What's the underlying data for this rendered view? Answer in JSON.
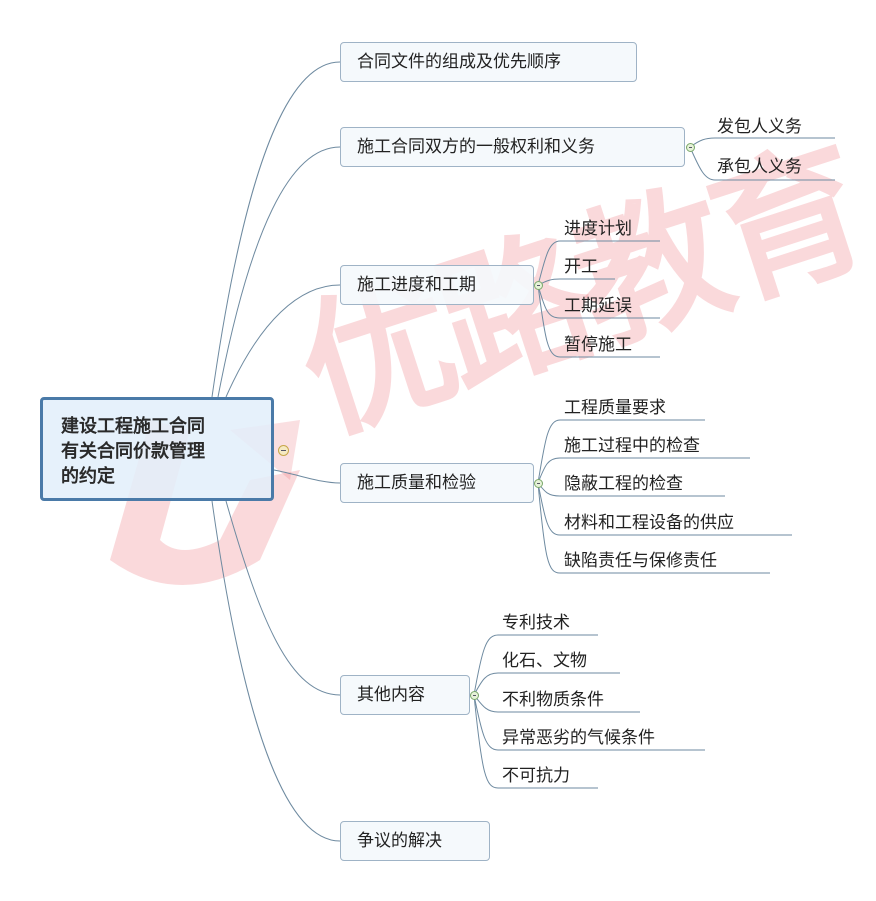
{
  "watermark": {
    "text": "优路教育",
    "color": "#e6505a"
  },
  "root": {
    "lines": [
      "建设工程施工合同",
      "有关合同价款管理",
      "的约定"
    ],
    "border_color": "#4a7aa8"
  },
  "topics": [
    {
      "label": "合同文件的组成及优先顺序",
      "children": []
    },
    {
      "label": "施工合同双方的一般权利和义务",
      "children": [
        "发包人义务",
        "承包人义务"
      ]
    },
    {
      "label": "施工进度和工期",
      "children": [
        "进度计划",
        "开工",
        "工期延误",
        "暂停施工"
      ]
    },
    {
      "label": "施工质量和检验",
      "children": [
        "工程质量要求",
        "施工过程中的检查",
        "隐蔽工程的检查",
        "材料和工程设备的供应",
        "缺陷责任与保修责任"
      ]
    },
    {
      "label": "其他内容",
      "children": [
        "专利技术",
        "化石、文物",
        "不利物质条件",
        "异常恶劣的气候条件",
        "不可抗力"
      ]
    },
    {
      "label": "争议的解决",
      "children": []
    }
  ],
  "colors": {
    "connector": "#6e8aa0",
    "topic_border": "#9fb3c6",
    "collapse_green": "#7aa86a",
    "collapse_gold": "#c7a64a"
  }
}
